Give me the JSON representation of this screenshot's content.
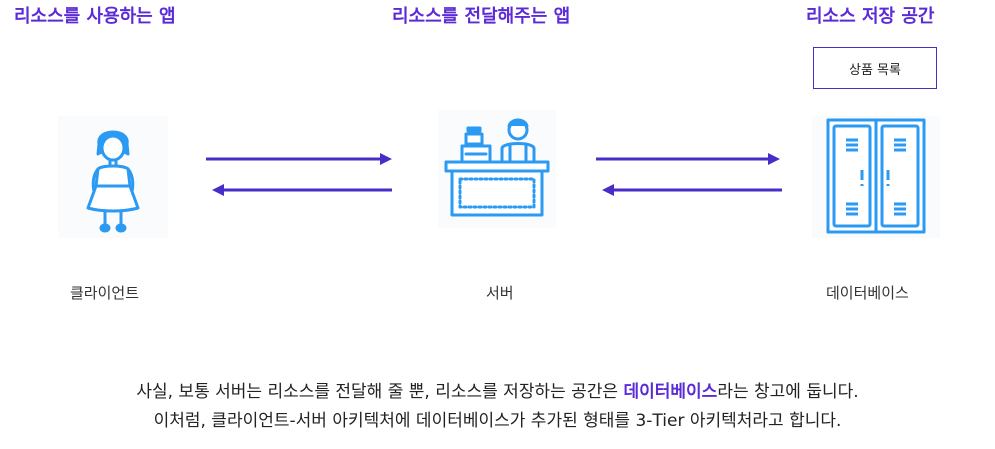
{
  "headings": {
    "client_app": "리소스를 사용하는 앱",
    "server_app": "리소스를 전달해주는 앱",
    "storage": "리소스 저장 공간"
  },
  "product_box": "상품 목록",
  "nodes": {
    "client": "클라이언트",
    "server": "서버",
    "database": "데이터베이스"
  },
  "caption": {
    "line1_before": "사실, 보통 서버는 리소스를 전달해 줄 뿐, 리소스를 저장하는 공간은 ",
    "line1_highlight": "데이터베이스",
    "line1_after": "라는 창고에 둡니다.",
    "line2": "이처럼, 클라이언트-서버 아키텍처에 데이터베이스가 추가된 형태를 3-Tier 아키텍처라고 합니다."
  },
  "colors": {
    "accent": "#5b2bd8",
    "icon_blue": "#2b9af3",
    "arrow": "#4a2cc8"
  },
  "icons": {
    "client": "person-icon",
    "server": "shop-counter-icon",
    "database": "locker-icon"
  }
}
